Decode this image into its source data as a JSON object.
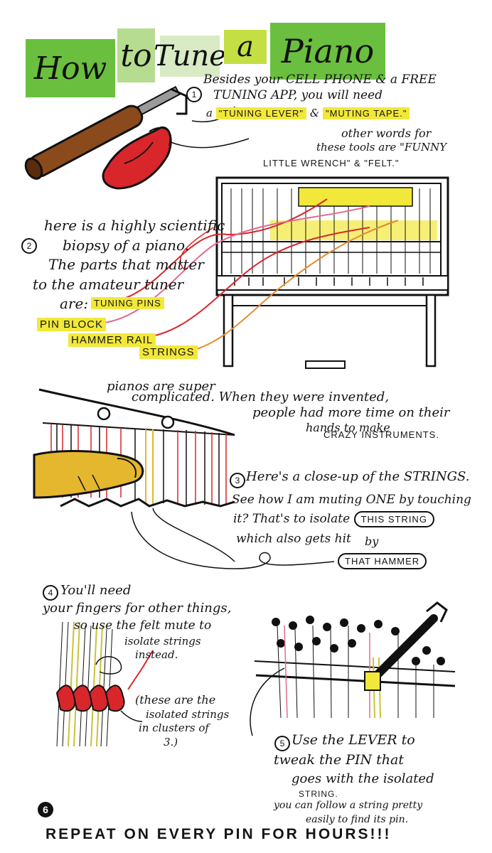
{
  "title": {
    "word1": "How",
    "word2": "to",
    "word3": "Tune",
    "word4": "a",
    "word5": "Piano"
  },
  "step1": {
    "number": "1",
    "line1": "Besides your CELL PHONE & a FREE",
    "line2": "TUNING APP, you will need",
    "line3_pre": "a",
    "tuning_lever": "\"TUNING LEVER\"",
    "amp": "&",
    "muting_tape": "\"MUTING TAPE.\"",
    "other1": "other words for",
    "other2": "these tools are \"FUNNY",
    "other3": "LITTLE WRENCH\" & \"FELT.\""
  },
  "step2": {
    "number": "2",
    "line1": "here is a highly scientific",
    "line2": "biopsy of a piano.",
    "line3": "The parts that matter",
    "line4": "to the amateur tuner",
    "line5": "are:",
    "parts": {
      "tuning_pins": "TUNING PINS",
      "pin_block": "PIN BLOCK",
      "hammer_rail": "HAMMER RAIL",
      "strings": "STRINGS"
    }
  },
  "note": {
    "line1": "pianos are super",
    "line2": "complicated. When they were invented,",
    "line3": "people had more time on their",
    "line4": "hands to make",
    "line5": "CRAZY INSTRUMENTS."
  },
  "step3": {
    "number": "3",
    "line1": "Here's a close-up of the STRINGS.",
    "line2": "See how I am muting ONE by touching",
    "line3": "it? That's to isolate",
    "this_string": "THIS STRING",
    "line4": "which also gets hit",
    "by": "by",
    "that_hammer": "THAT HAMMER"
  },
  "step4": {
    "number": "4",
    "line1": "You'll need",
    "line2": "your fingers for other things,",
    "line3": "so use the felt mute to",
    "line4": "isolate strings",
    "line5": "instead.",
    "aside1": "(these are the",
    "aside2": "isolated strings",
    "aside3": "in clusters of",
    "aside4": "3.)"
  },
  "step5": {
    "number": "5",
    "line1": "Use the LEVER to",
    "line2": "tweak the PIN that",
    "line3": "goes with the isolated",
    "line4": "STRING.",
    "line5": "you can follow a string pretty",
    "line6": "easily to find its pin."
  },
  "step6": {
    "number": "6",
    "text": "REPEAT ON EVERY PIN FOR HOURS!!!"
  },
  "colors": {
    "green": "#6bbf3f",
    "light_green": "#b6dc8f",
    "pale_green": "#d8ebc4",
    "lime": "#c4df43",
    "yellow": "#f2e83a",
    "red": "#d9262b",
    "brown": "#8a4a1c",
    "orange": "#e58a2e",
    "pink": "#e36a8c",
    "finger": "#e5b72e"
  }
}
